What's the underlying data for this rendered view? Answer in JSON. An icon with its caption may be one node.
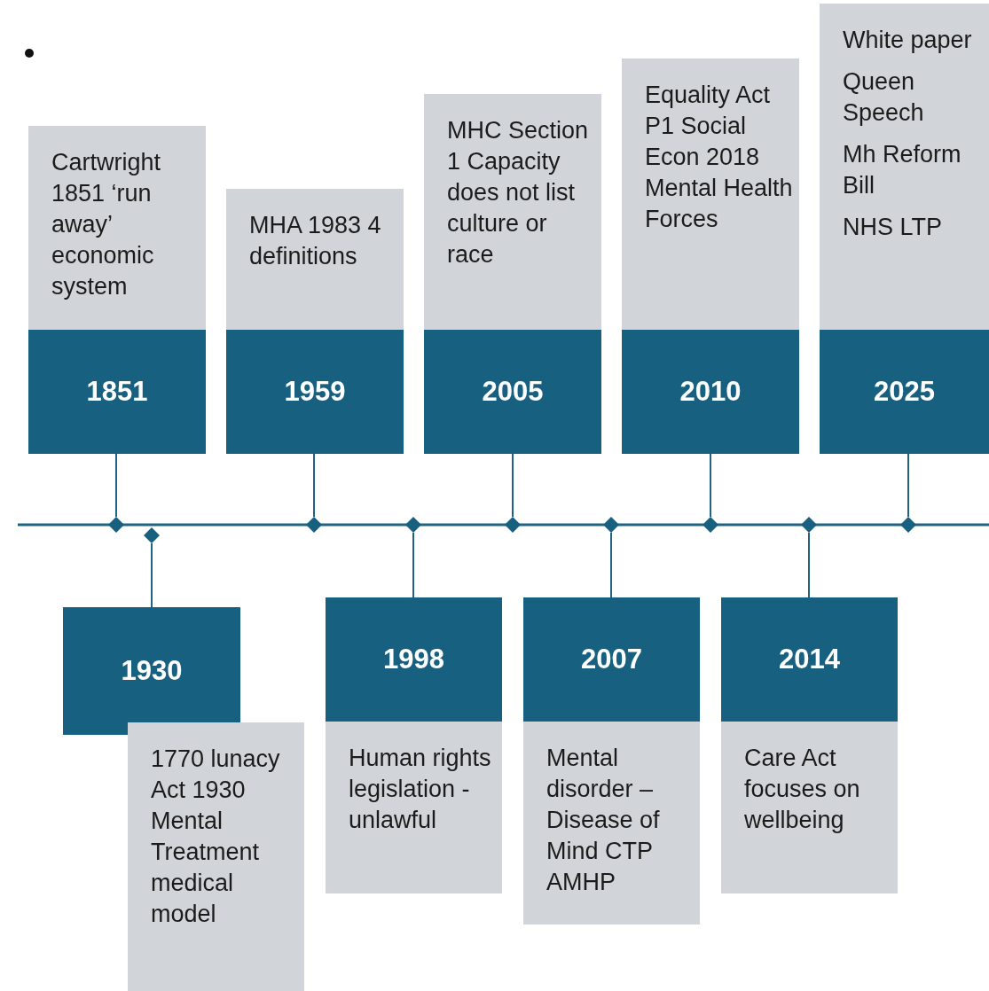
{
  "diagram": {
    "nodes": [
      {
        "text": [
          "Cartwright 1851 ‘run away’ economic system"
        ]
      },
      {
        "text": [
          "1851"
        ]
      },
      {
        "text": [
          "MHA 1983 4 definitions"
        ]
      },
      {
        "text": [
          "1959"
        ]
      },
      {
        "text": [
          "MHC Section 1 Capacity does not list culture or race"
        ]
      },
      {
        "text": [
          "2005"
        ]
      },
      {
        "text": [
          "Equality Act P1 Social Econ 2018 Mental Health Forces"
        ]
      },
      {
        "text": [
          "2010"
        ]
      },
      {
        "text": [
          "White paper",
          "Queen Speech",
          "Mh Reform Bill",
          "NHS LTP"
        ]
      },
      {
        "text": [
          "2025"
        ]
      },
      {
        "text": [],
        "shape": "diamond"
      },
      {
        "text": [],
        "shape": "diamond"
      },
      {
        "text": [],
        "shape": "diamond"
      },
      {
        "text": [],
        "shape": "diamond"
      },
      {
        "text": [],
        "shape": "diamond"
      },
      {
        "text": [],
        "shape": "diamond"
      },
      {
        "text": [],
        "shape": "diamond"
      },
      {
        "text": [],
        "shape": "diamond"
      },
      {
        "text": [],
        "shape": "diamond"
      },
      {
        "text": [
          "1930"
        ]
      },
      {
        "text": [
          "1770 lunacy Act 1930 Mental Treatment medical model"
        ]
      },
      {
        "text": [
          "1998"
        ]
      },
      {
        "text": [
          "Human rights legislation -unlawful"
        ]
      },
      {
        "text": [
          "2007"
        ]
      },
      {
        "text": [
          "Mental disorder – Disease of Mind CTP AMHP"
        ]
      },
      {
        "text": [
          "2014"
        ]
      },
      {
        "text": [
          "Care Act focuses on wellbeing"
        ]
      }
    ],
    "edges": [
      {
        "from": 1,
        "to": 10,
        "arrow": "none"
      },
      {
        "from": 19,
        "to": 11,
        "arrow": "none"
      },
      {
        "from": 3,
        "to": 12,
        "arrow": "none"
      },
      {
        "from": 21,
        "to": 13,
        "arrow": "none"
      },
      {
        "from": 5,
        "to": 14,
        "arrow": "none"
      },
      {
        "from": 23,
        "to": 15,
        "arrow": "none"
      },
      {
        "from": 7,
        "to": 16,
        "arrow": "none"
      },
      {
        "from": 25,
        "to": 17,
        "arrow": "none"
      },
      {
        "from": 9,
        "to": 18,
        "arrow": "none"
      }
    ]
  }
}
